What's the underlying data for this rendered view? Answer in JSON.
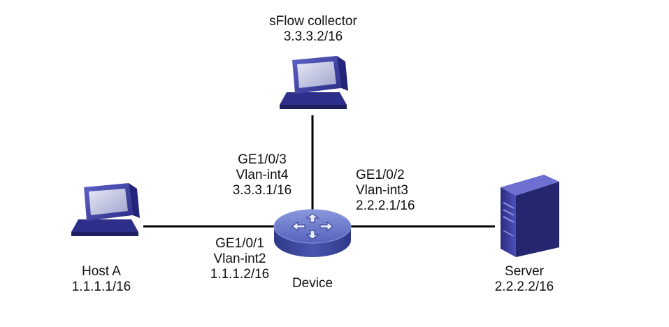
{
  "nodes": {
    "sflow_collector": {
      "name": "sFlow collector",
      "ip": "3.3.3.2/16"
    },
    "host_a": {
      "name": "Host A",
      "ip": "1.1.1.1/16"
    },
    "server": {
      "name": "Server",
      "ip": "2.2.2.2/16"
    },
    "device": {
      "name": "Device"
    }
  },
  "interfaces": {
    "ge3": {
      "port": "GE1/0/3",
      "vlan": "Vlan-int4",
      "ip": "3.3.3.1/16"
    },
    "ge2": {
      "port": "GE1/0/2",
      "vlan": "Vlan-int3",
      "ip": "2.2.2.1/16"
    },
    "ge1": {
      "port": "GE1/0/1",
      "vlan": "Vlan-int2",
      "ip": "1.1.1.2/16"
    }
  },
  "colors": {
    "link": "#000000",
    "pc_body": "#3d3fa8",
    "pc_dark": "#22246e",
    "screen": "#bfc3dc",
    "router_top": "#6a78c8",
    "router_side": "#3b449a"
  }
}
